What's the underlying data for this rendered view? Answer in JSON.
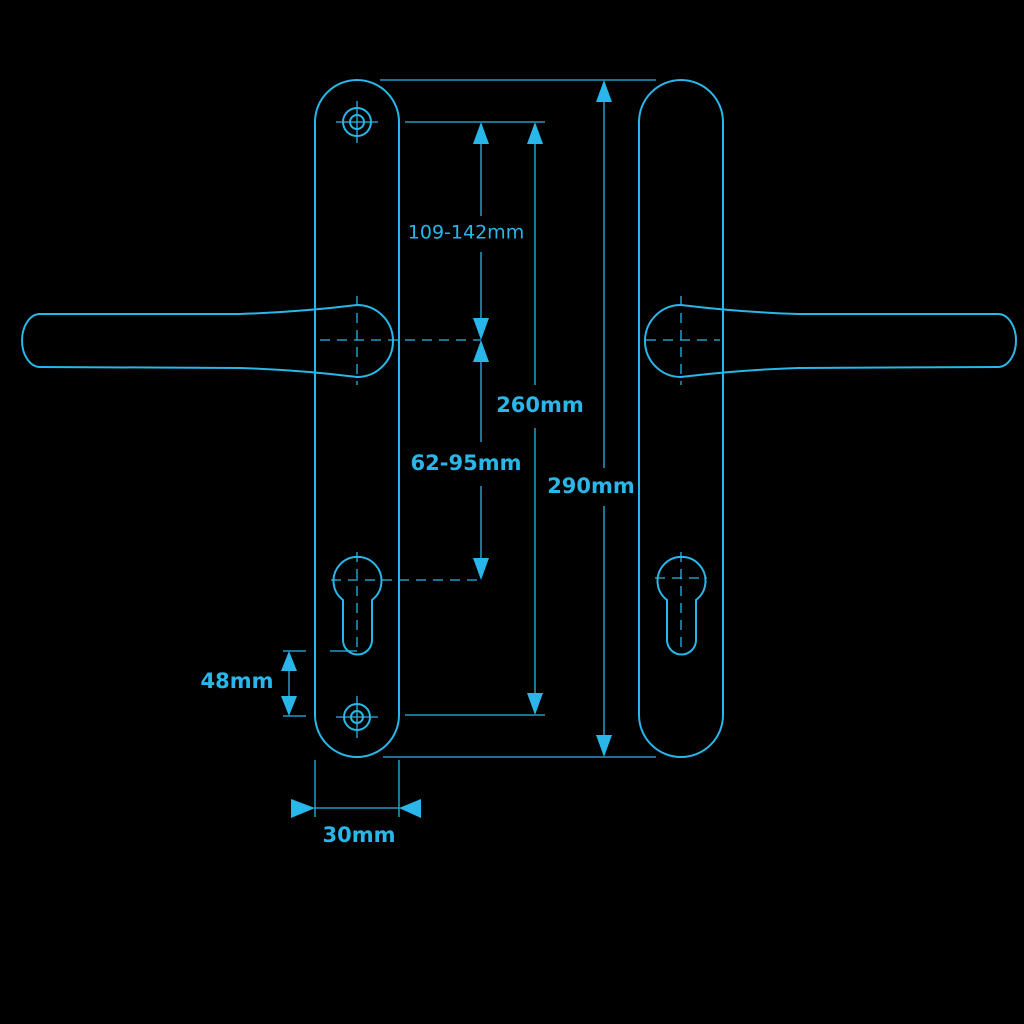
{
  "title": "Door handle dimension diagram",
  "accent_color": "#29b6e8",
  "background_color": "#000000",
  "dimensions": {
    "overall_height": "290mm",
    "screw_centres": "260mm",
    "screw_to_spindle": "109-142mm",
    "spindle_to_cylinder": "62-95mm",
    "cylinder_to_screw": "48mm",
    "plate_width": "30mm"
  }
}
